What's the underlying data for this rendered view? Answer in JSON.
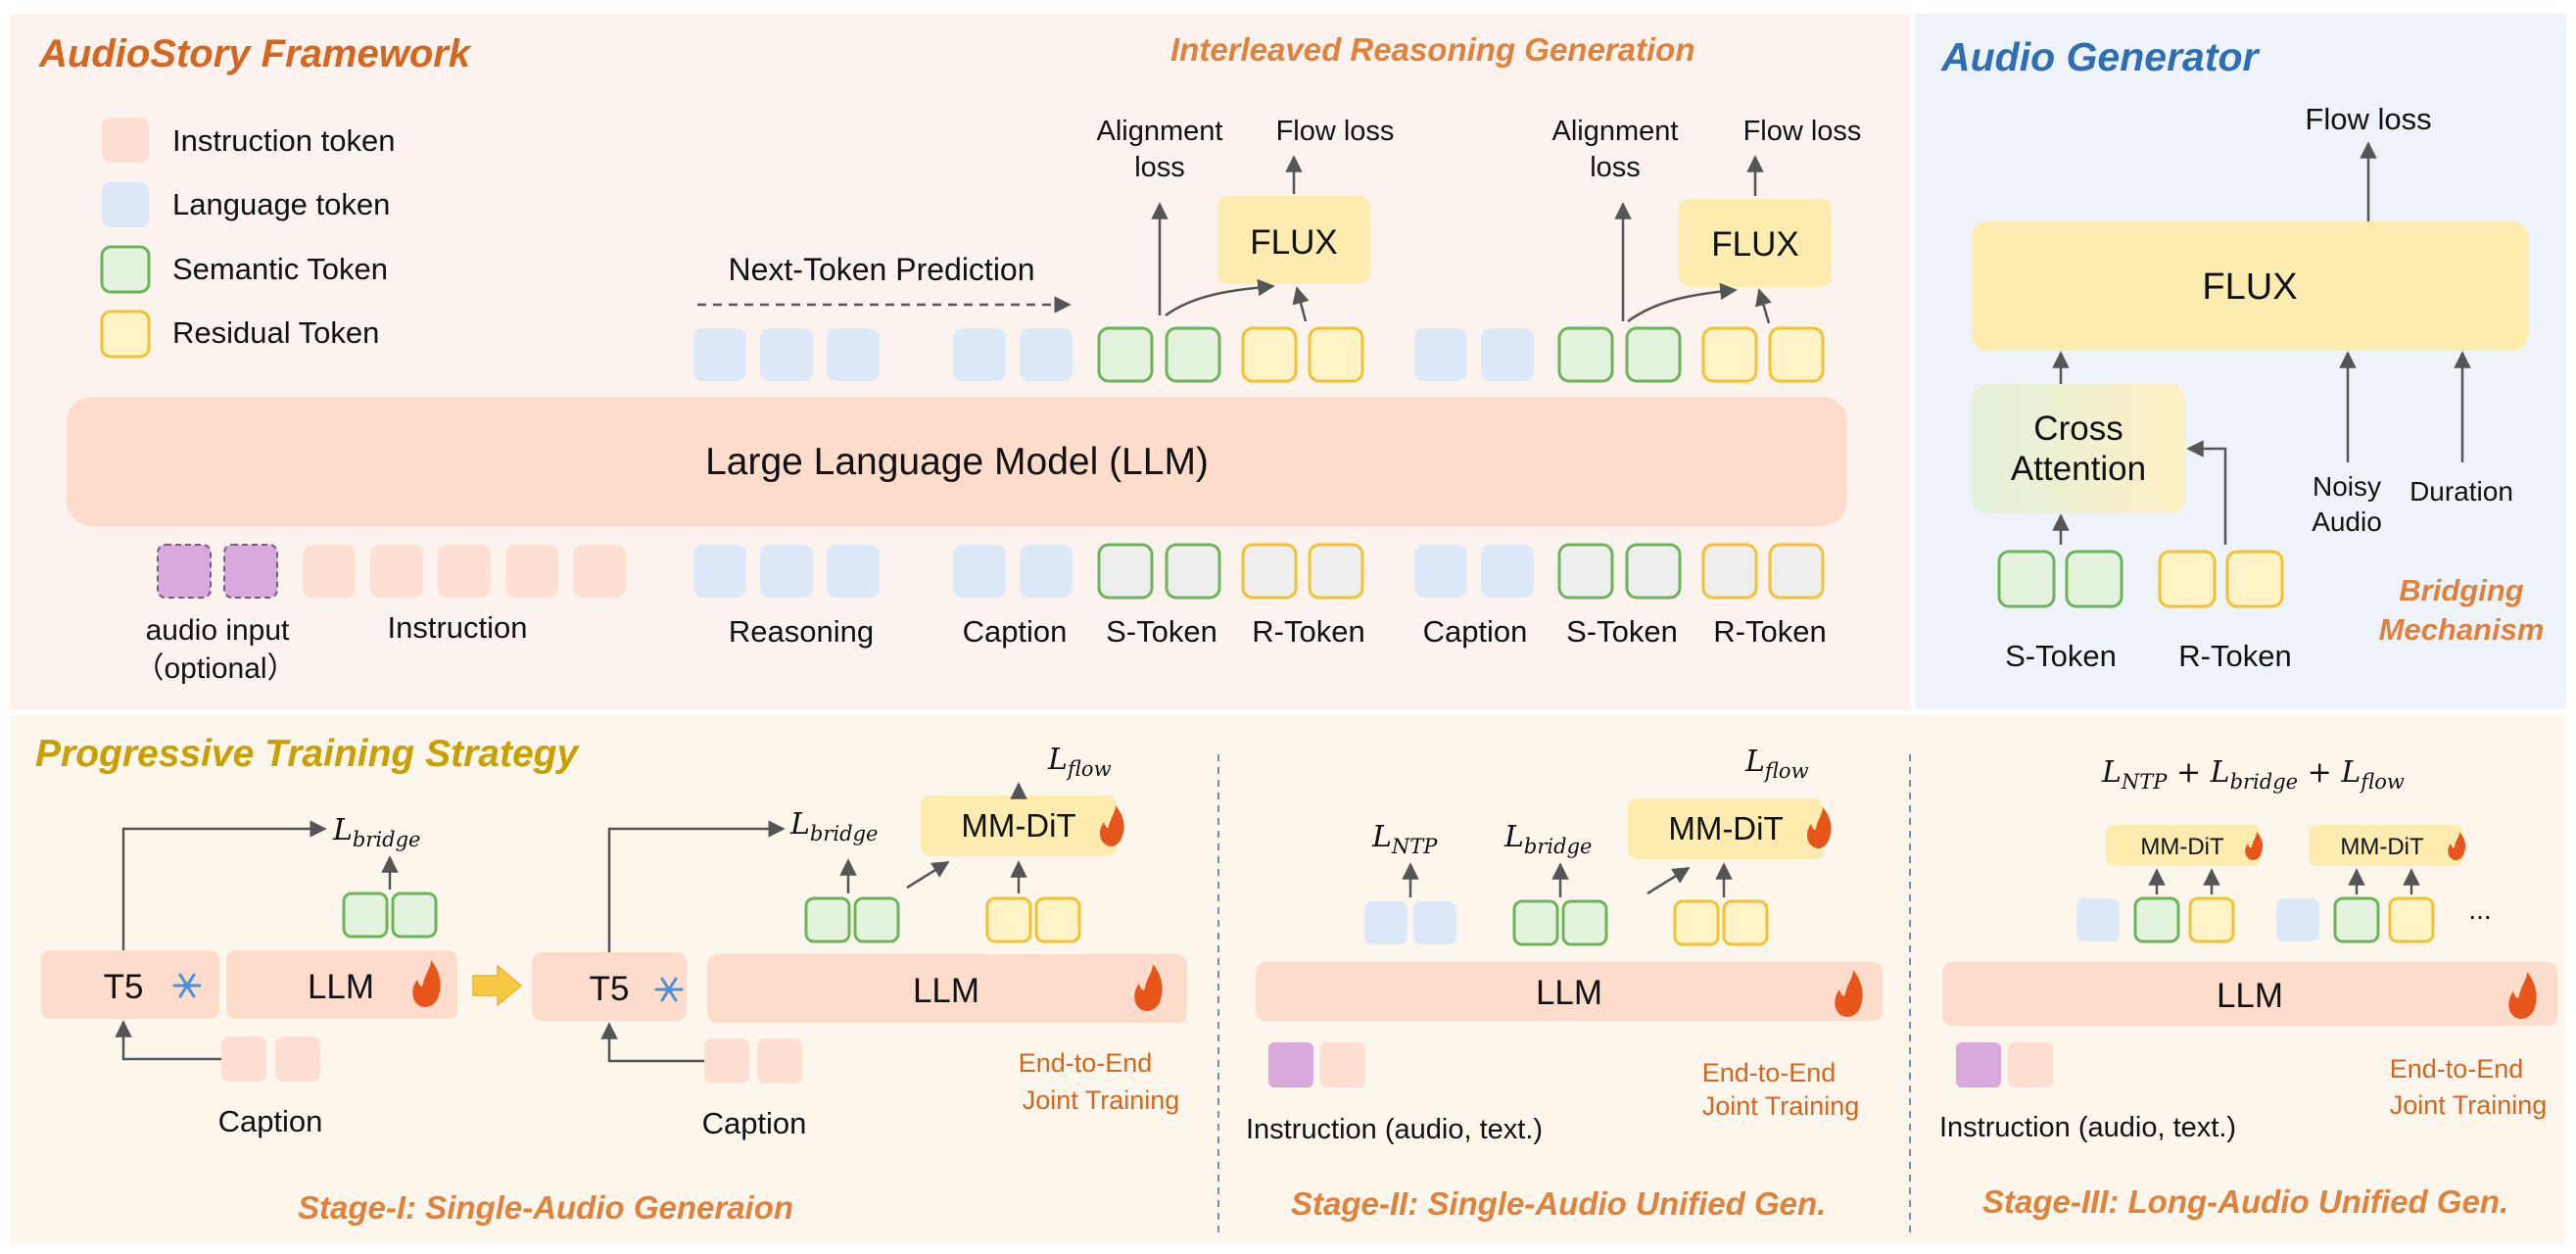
{
  "colors": {
    "top_left_bg": "#fcf3ee",
    "top_right_bg": "#eef3f9",
    "bottom_bg": "#fdf6ec",
    "instruction_fill": "#fde0d2",
    "language_fill": "#dde8f8",
    "semantic_stroke": "#6db35a",
    "semantic_fill": "#e4f3de",
    "residual_stroke": "#f1c232",
    "residual_fill": "#fff3c7",
    "audio_fill": "#d9a9dd",
    "audio_stroke": "#7a5a80",
    "llm_fill": "#fddccc",
    "flux_fill": "#fdecb0",
    "cross_fill_top": "#e4f3de",
    "title_orange": "#d5661f",
    "title_blue": "#2e6fb3",
    "title_gold": "#c9a000",
    "accent_orange": "#e0823c",
    "arrow": "#555555",
    "fire": "#e8551b",
    "snow": "#4a90d9"
  },
  "titles": {
    "framework": "AudioStory Framework",
    "interleaved": "Interleaved Reasoning Generation",
    "audio_generator": "Audio Generator",
    "progressive": "Progressive Training Strategy",
    "bridging": [
      "Bridging",
      "Mechanism"
    ]
  },
  "legend": [
    {
      "label": "Instruction token",
      "type": "instruction"
    },
    {
      "label": "Language token",
      "type": "language"
    },
    {
      "label": "Semantic Token",
      "type": "semantic"
    },
    {
      "label": "Residual Token",
      "type": "residual"
    }
  ],
  "framework": {
    "llm_label": "Large Language Model (LLM)",
    "next_token": "Next-Token Prediction",
    "alignment_loss": [
      "Alignment",
      "loss"
    ],
    "flow_loss": "Flow loss",
    "flux": "FLUX",
    "input_labels": {
      "audio": [
        "audio input",
        "（optional）"
      ],
      "instruction": "Instruction",
      "reasoning": "Reasoning",
      "caption": "Caption",
      "s_token": "S-Token",
      "r_token": "R-Token"
    }
  },
  "generator": {
    "flow_loss": "Flow loss",
    "flux": "FLUX",
    "cross_attention": [
      "Cross",
      "Attention"
    ],
    "noisy_audio": [
      "Noisy",
      "Audio"
    ],
    "duration": "Duration",
    "s_token": "S-Token",
    "r_token": "R-Token"
  },
  "stages": {
    "stage1": {
      "title": "Stage-I: Single-Audio Generaion",
      "t5": "T5",
      "llm": "LLM",
      "caption": "Caption",
      "l_bridge": "L",
      "bridge_sub": "bridge",
      "l_flow": "L",
      "flow_sub": "flow",
      "mmdit": "MM-DiT",
      "end_to_end": [
        "End-to-End",
        "Joint Training"
      ]
    },
    "stage2": {
      "title": "Stage-II: Single-Audio Unified Gen.",
      "llm": "LLM",
      "instruction": "Instruction (audio, text.)",
      "l_ntp": "L",
      "ntp_sub": "NTP",
      "l_bridge": "L",
      "bridge_sub": "bridge",
      "l_flow": "L",
      "flow_sub": "flow",
      "mmdit": "MM-DiT",
      "end_to_end": [
        "End-to-End",
        "Joint Training"
      ]
    },
    "stage3": {
      "title": "Stage-III: Long-Audio Unified Gen.",
      "llm": "LLM",
      "instruction": "Instruction (audio, text.)",
      "loss_sum": [
        "L",
        "NTP",
        " + ",
        "L",
        "bridge",
        " + ",
        "L",
        "flow"
      ],
      "mmdit": "MM-DiT",
      "ellipsis": "...",
      "end_to_end": [
        "End-to-End",
        "Joint Training"
      ]
    }
  }
}
